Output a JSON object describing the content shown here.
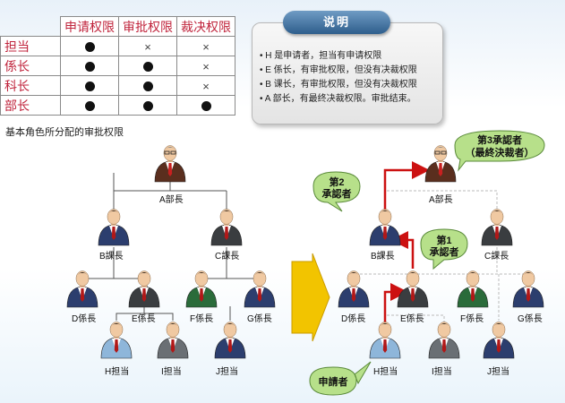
{
  "table": {
    "headers": [
      "申请权限",
      "审批权限",
      "裁决权限"
    ],
    "rows": [
      {
        "role": "担当",
        "cells": [
          "dot",
          "cross",
          "cross"
        ]
      },
      {
        "role": "係长",
        "cells": [
          "dot",
          "dot",
          "cross"
        ]
      },
      {
        "role": "科长",
        "cells": [
          "dot",
          "dot",
          "cross"
        ]
      },
      {
        "role": "部长",
        "cells": [
          "dot",
          "dot",
          "dot"
        ]
      }
    ],
    "caption": "基本角色所分配的审批权限"
  },
  "explanation": {
    "title": "说明",
    "lines": [
      "• H 是申请者，担当有申请权限",
      "• E 係长，有审批权限，但没有决裁权限",
      "• B 课长，有审批权限，但没有决裁权限",
      "• A 部长，有最终决裁权限。审批结束。"
    ]
  },
  "org_labels": {
    "A": "A部長",
    "B": "B課長",
    "C": "C課長",
    "D": "D係長",
    "E": "E係長",
    "F": "F係長",
    "G": "G係長",
    "H": "H担当",
    "I": "I担当",
    "J": "J担当"
  },
  "bubbles": {
    "approver2": [
      "第2",
      "承認者"
    ],
    "approver1": [
      "第1",
      "承認者"
    ],
    "approver3": [
      "第3承認者",
      "（最終決裁者）"
    ],
    "applicant": "申請者"
  },
  "colors": {
    "header_text": "#c0243c",
    "arrow_red": "#cc1111",
    "bubble_green": "#b7e08a",
    "big_arrow": "#f2c400",
    "suit_navy": "#2c3e6e",
    "suit_green": "#2a6b3a",
    "suit_lightblue": "#8eb6da",
    "suit_gray": "#6a6f74",
    "suit_dark": "#3a3d40",
    "suit_boss": "#5a2e1e"
  }
}
